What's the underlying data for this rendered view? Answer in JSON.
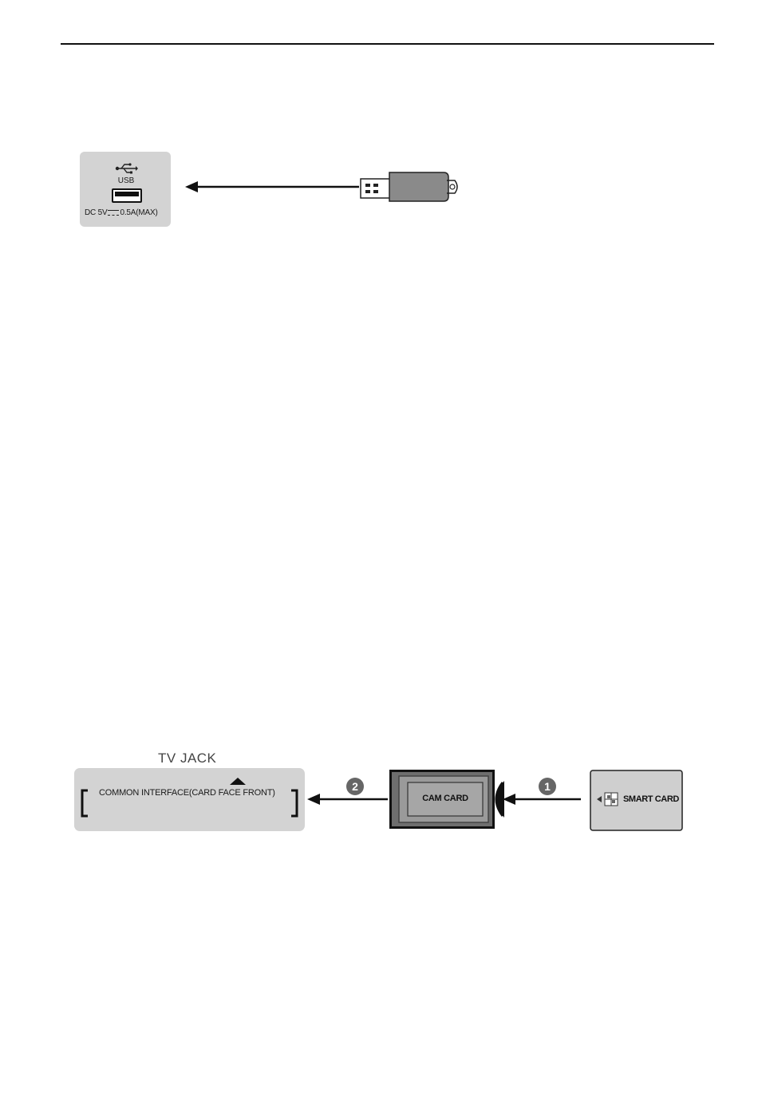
{
  "usb_panel": {
    "label": "USB",
    "rating": "DC 5V",
    "rating_value": "0.5A(MAX)",
    "icon": "usb-icon"
  },
  "ci_panel": {
    "title": "TV JACK",
    "slot_label": "COMMON INTERFACE(CARD FACE FRONT)"
  },
  "steps": {
    "one": "1",
    "two": "2"
  },
  "cam_card": {
    "label": "CAM CARD"
  },
  "smart_card": {
    "label": "SMART CARD"
  },
  "colors": {
    "panel": "#d3d3d3",
    "stick": "#888888",
    "cam_body": "#8a8a8a"
  }
}
